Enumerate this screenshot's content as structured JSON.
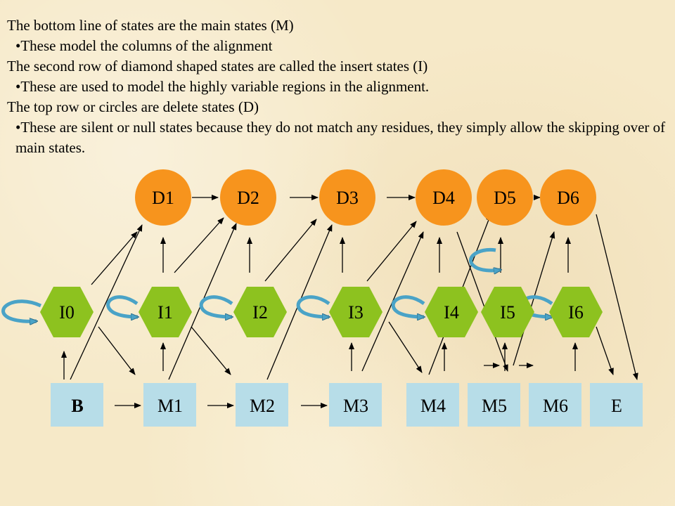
{
  "text": {
    "line1": "The bottom line of states are the main states (M)",
    "bullet1": "•These model the columns of the alignment",
    "line2": "The second row of diamond shaped states are called the insert states (I)",
    "bullet2": "•These are used to model the highly variable regions in the alignment.",
    "line3": "The top row or circles are delete states (D)",
    "bullet3": "•These are silent or null states because they do not match any residues, they simply allow the skipping over of main states."
  },
  "diagram": {
    "delete_states": [
      "D1",
      "D2",
      "D3",
      "D4",
      "D5",
      "D6"
    ],
    "insert_states": [
      "I0",
      "I1",
      "I2",
      "I3",
      "I4",
      "I5",
      "I6"
    ],
    "main_states": [
      "B",
      "M1",
      "M2",
      "M3",
      "M4",
      "M5",
      "M6",
      "E"
    ],
    "colors": {
      "delete_fill": "#f7941d",
      "insert_fill": "#8dc21f",
      "main_fill": "#b7dde8",
      "self_loop": "#4aa3c7",
      "arrow": "#000000"
    }
  }
}
